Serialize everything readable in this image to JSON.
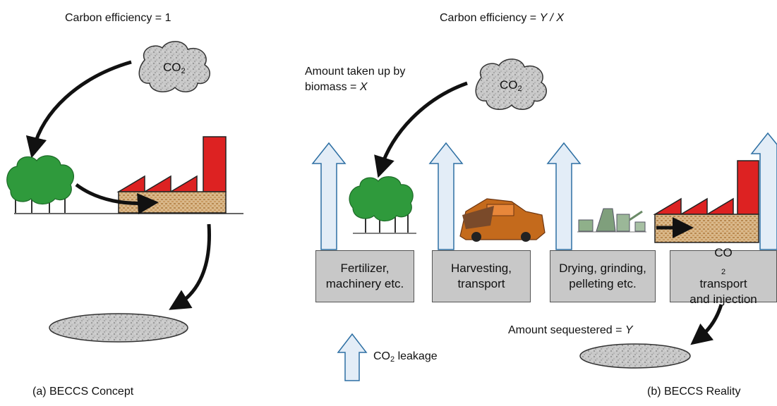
{
  "left_panel": {
    "title_prefix": "Carbon efficiency = ",
    "title_value": "1",
    "cloud_label_main": "CO",
    "cloud_label_sub": "2",
    "caption": "(a) BECCS Concept"
  },
  "right_panel": {
    "title_prefix": "Carbon efficiency = ",
    "title_value": "Y / X",
    "cloud_label_main": "CO",
    "cloud_label_sub": "2",
    "uptake_line1": "Amount taken up by",
    "uptake_line2_prefix": "biomass = ",
    "uptake_line2_var": "X",
    "sequestered_prefix": "Amount sequestered = ",
    "sequestered_var": "Y",
    "legend_main": "CO",
    "legend_sub": "2",
    "legend_suffix": " leakage",
    "caption": "(b) BECCS Reality",
    "boxes": [
      {
        "line1": "Fertilizer,",
        "line2": "machinery etc."
      },
      {
        "line1": "Harvesting,",
        "line2": "transport"
      },
      {
        "line1": "Drying, grinding,",
        "line2": "pelleting etc."
      },
      {
        "line1_main": "CO",
        "line1_sub": "2",
        "line1_suffix": " transport",
        "line2": "and injection"
      }
    ]
  },
  "colors": {
    "tree": "#2f9a3c",
    "factory_red": "#dd2222",
    "brick": "#d9b88a",
    "box_fill": "#c8c8c8",
    "leak_arrow": "#e3edf7",
    "leak_arrow_stroke": "#2d6fa3"
  }
}
